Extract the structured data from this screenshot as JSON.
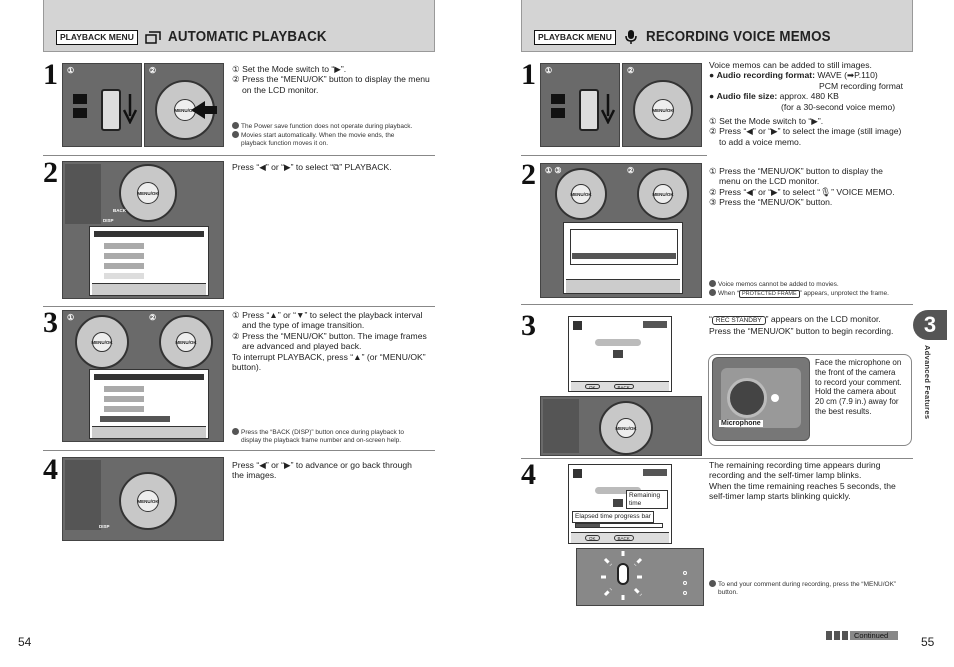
{
  "left_page": {
    "menu_tag": "PLAYBACK MENU",
    "title": "AUTOMATIC PLAYBACK",
    "page_number": "54",
    "steps": [
      {
        "num": "1",
        "lines": [
          "① Set the Mode switch to “▶”.",
          "② Press the “MENU/OK” button to display the menu",
          "on the LCD monitor."
        ],
        "notes": [
          "The Power save function does not operate during playback.",
          "Movies start automatically. When the movie ends, the",
          "playback function moves it on."
        ]
      },
      {
        "num": "2",
        "lines": [
          "Press “◀” or “▶” to select “⧉” PLAYBACK."
        ],
        "notes": []
      },
      {
        "num": "3",
        "lines": [
          "① Press “▲” or “▼” to select the playback interval",
          "and the type of image transition.",
          "② Press the “MENU/OK” button. The image frames",
          "are advanced and played back.",
          "To interrupt PLAYBACK, press “▲” (or “MENU/OK”",
          "button)."
        ],
        "notes": [
          "Press the “BACK (DISP)” button once during playback to",
          "display the playback frame number and on-screen help."
        ]
      },
      {
        "num": "4",
        "lines": [
          "Press “◀” or “▶” to advance or go back through",
          "the images."
        ],
        "notes": []
      }
    ],
    "circle_labels": [
      "①",
      "②"
    ],
    "dial_label": "MENU/OK",
    "back_label": "BACK",
    "disp_label": "DISP"
  },
  "right_page": {
    "menu_tag": "PLAYBACK MENU",
    "title": "RECORDING VOICE MEMOS",
    "page_number": "55",
    "continued": "Continued",
    "side_tab_number": "3",
    "side_tab_label": "Advanced Features",
    "intro": {
      "line1": "Voice memos can be added to still images.",
      "format_label": "Audio recording format:",
      "format_value": "WAVE (➡P.110)",
      "format_value2": "PCM recording format",
      "size_label": "Audio file size:",
      "size_value": "approx. 480 KB",
      "size_value2": "(for a 30-second voice memo)",
      "step1a": "① Set the Mode switch to “▶”.",
      "step1b": "② Press “◀” or “▶” to select the image (still image)",
      "step1c": "to add a voice memo."
    },
    "step2_lines": [
      "① Press the “MENU/OK” button to display the",
      "menu on the LCD monitor.",
      "② Press “◀” or “▶” to select “🎙” VOICE MEMO.",
      "③ Press the “MENU/OK” button."
    ],
    "step2_notes": [
      "Voice memos cannot be added to movies.",
      "When “",
      "PROTECTED FRAME",
      "” appears, unprotect the frame."
    ],
    "step3_lines": [
      "“",
      "REC STANDBY",
      "” appears on the LCD monitor.",
      "Press the “MENU/OK” button to begin recording."
    ],
    "mic_text": [
      "Face the microphone on",
      "the front of the camera",
      "to record your comment.",
      "Hold the camera about",
      "20 cm (7.9 in.) away for",
      "the best results."
    ],
    "mic_label": "Microphone",
    "step4_lines": [
      "The remaining recording time appears during",
      "recording and the self-timer lamp blinks.",
      "When the time remaining reaches 5 seconds, the",
      "self-timer lamp starts blinking quickly."
    ],
    "step4_notes": [
      "To end your comment during recording, press the “MENU/OK”",
      "button."
    ],
    "remaining_time_label": "Remaining time",
    "progress_label": "Elapsed time progress bar",
    "ok_label": "OK",
    "back_label": "BACK",
    "circle_labels": [
      "①",
      "②",
      "③"
    ],
    "dial_label": "MENU/OK"
  },
  "colors": {
    "header_bg": "#d4d4d4",
    "photo_bg": "#6a6a6a",
    "side_tab": "#555555"
  }
}
